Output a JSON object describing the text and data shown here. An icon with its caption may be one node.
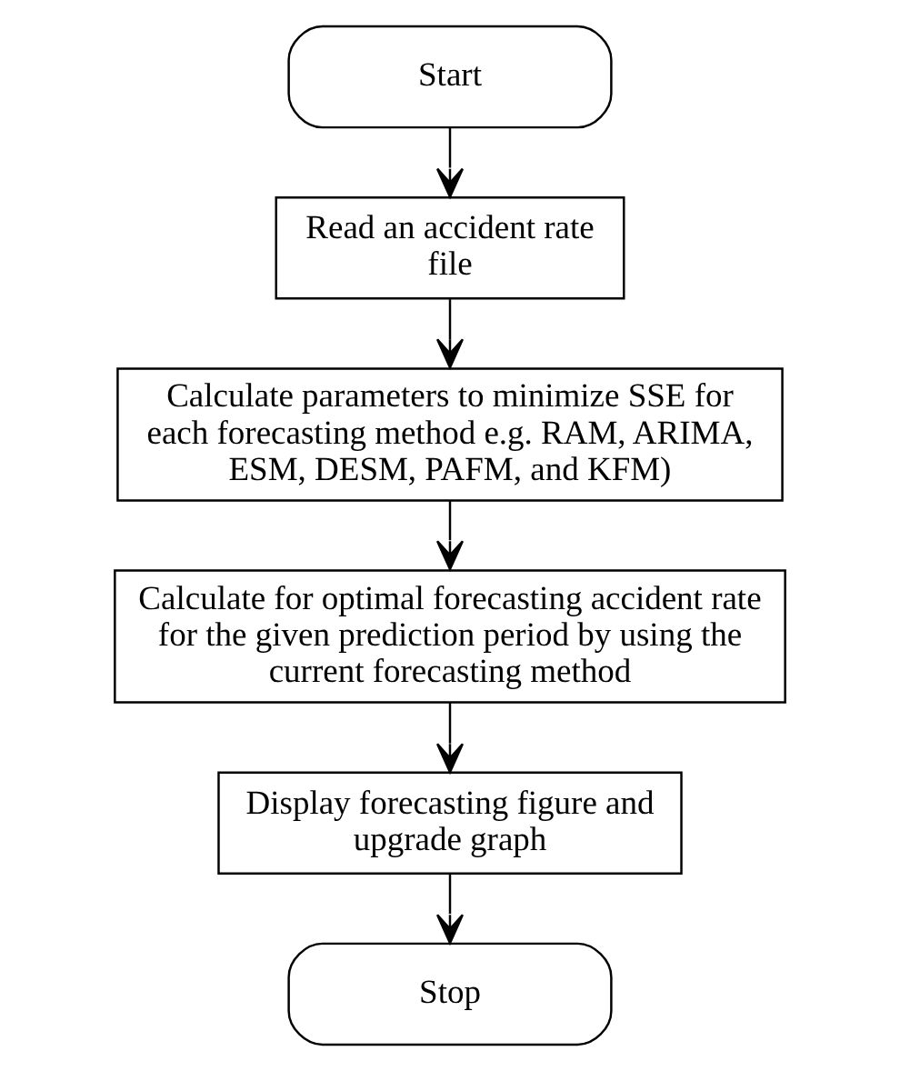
{
  "diagram": {
    "nodes": [
      {
        "text": [
          "Start"
        ]
      },
      {
        "text": [
          "Read an accident rate file"
        ]
      },
      {
        "text": [
          "Calculate parameters to minimize SSE for each forecasting method e.g. RAM, ARIMA, ESM, DESM, PAFM, and KFM)"
        ]
      },
      {
        "text": [
          "Calculate for optimal forecasting accident rate for the given prediction period by using the current forecasting method"
        ]
      },
      {
        "text": [
          "Display forecasting figure and upgrade graph"
        ]
      },
      {
        "text": [
          "Stop"
        ]
      }
    ],
    "edges": [
      {
        "from": 0,
        "to": 1,
        "arrow": "to"
      },
      {
        "from": 1,
        "to": 2,
        "arrow": "to"
      },
      {
        "from": 2,
        "to": 3,
        "arrow": "to"
      },
      {
        "from": 3,
        "to": 4,
        "arrow": "to"
      },
      {
        "from": 4,
        "to": 5,
        "arrow": "to"
      }
    ]
  }
}
